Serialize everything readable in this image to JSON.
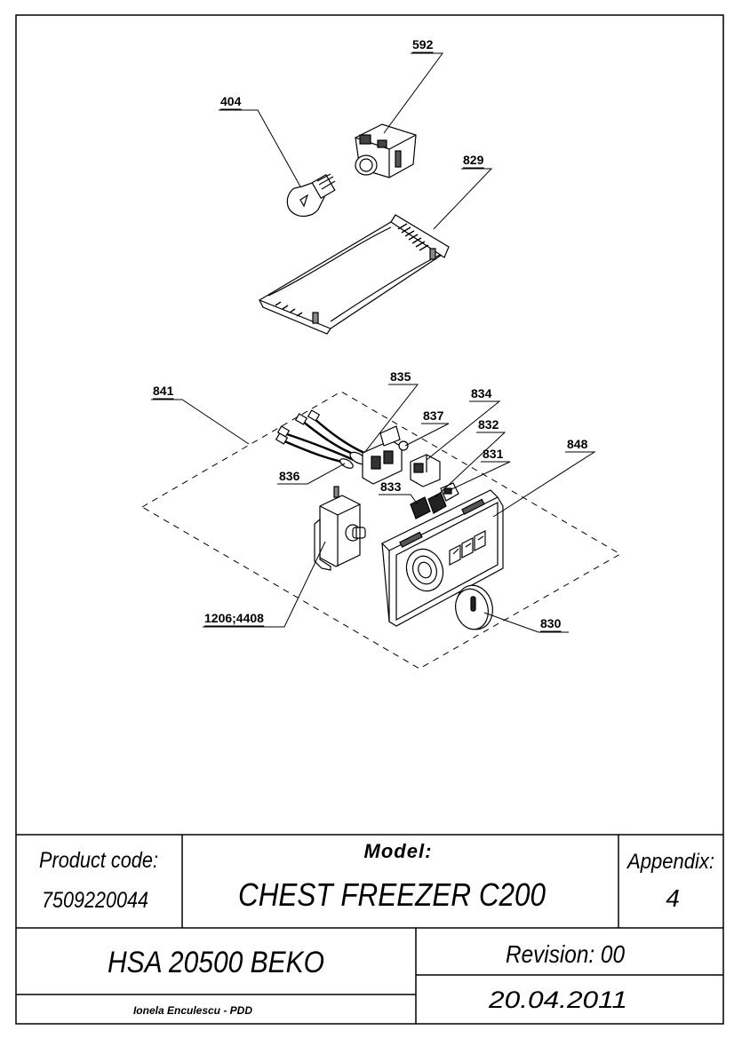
{
  "parts": {
    "p404": "404",
    "p592": "592",
    "p829": "829",
    "p841": "841",
    "p835": "835",
    "p834": "834",
    "p837": "837",
    "p832": "832",
    "p848": "848",
    "p831": "831",
    "p836": "836",
    "p833": "833",
    "p1206": "1206;4408",
    "p830": "830"
  },
  "title_block": {
    "product_code_label": "Product code:",
    "product_code": "7509220044",
    "model_label": "Model:",
    "model": "CHEST FREEZER C200",
    "appendix_label": "Appendix:",
    "appendix": "4",
    "product_name": "HSA 20500 BEKO",
    "revision": "Revision: 00",
    "author": "Ionela Enculescu - PDD",
    "date": "20.04.2011"
  }
}
